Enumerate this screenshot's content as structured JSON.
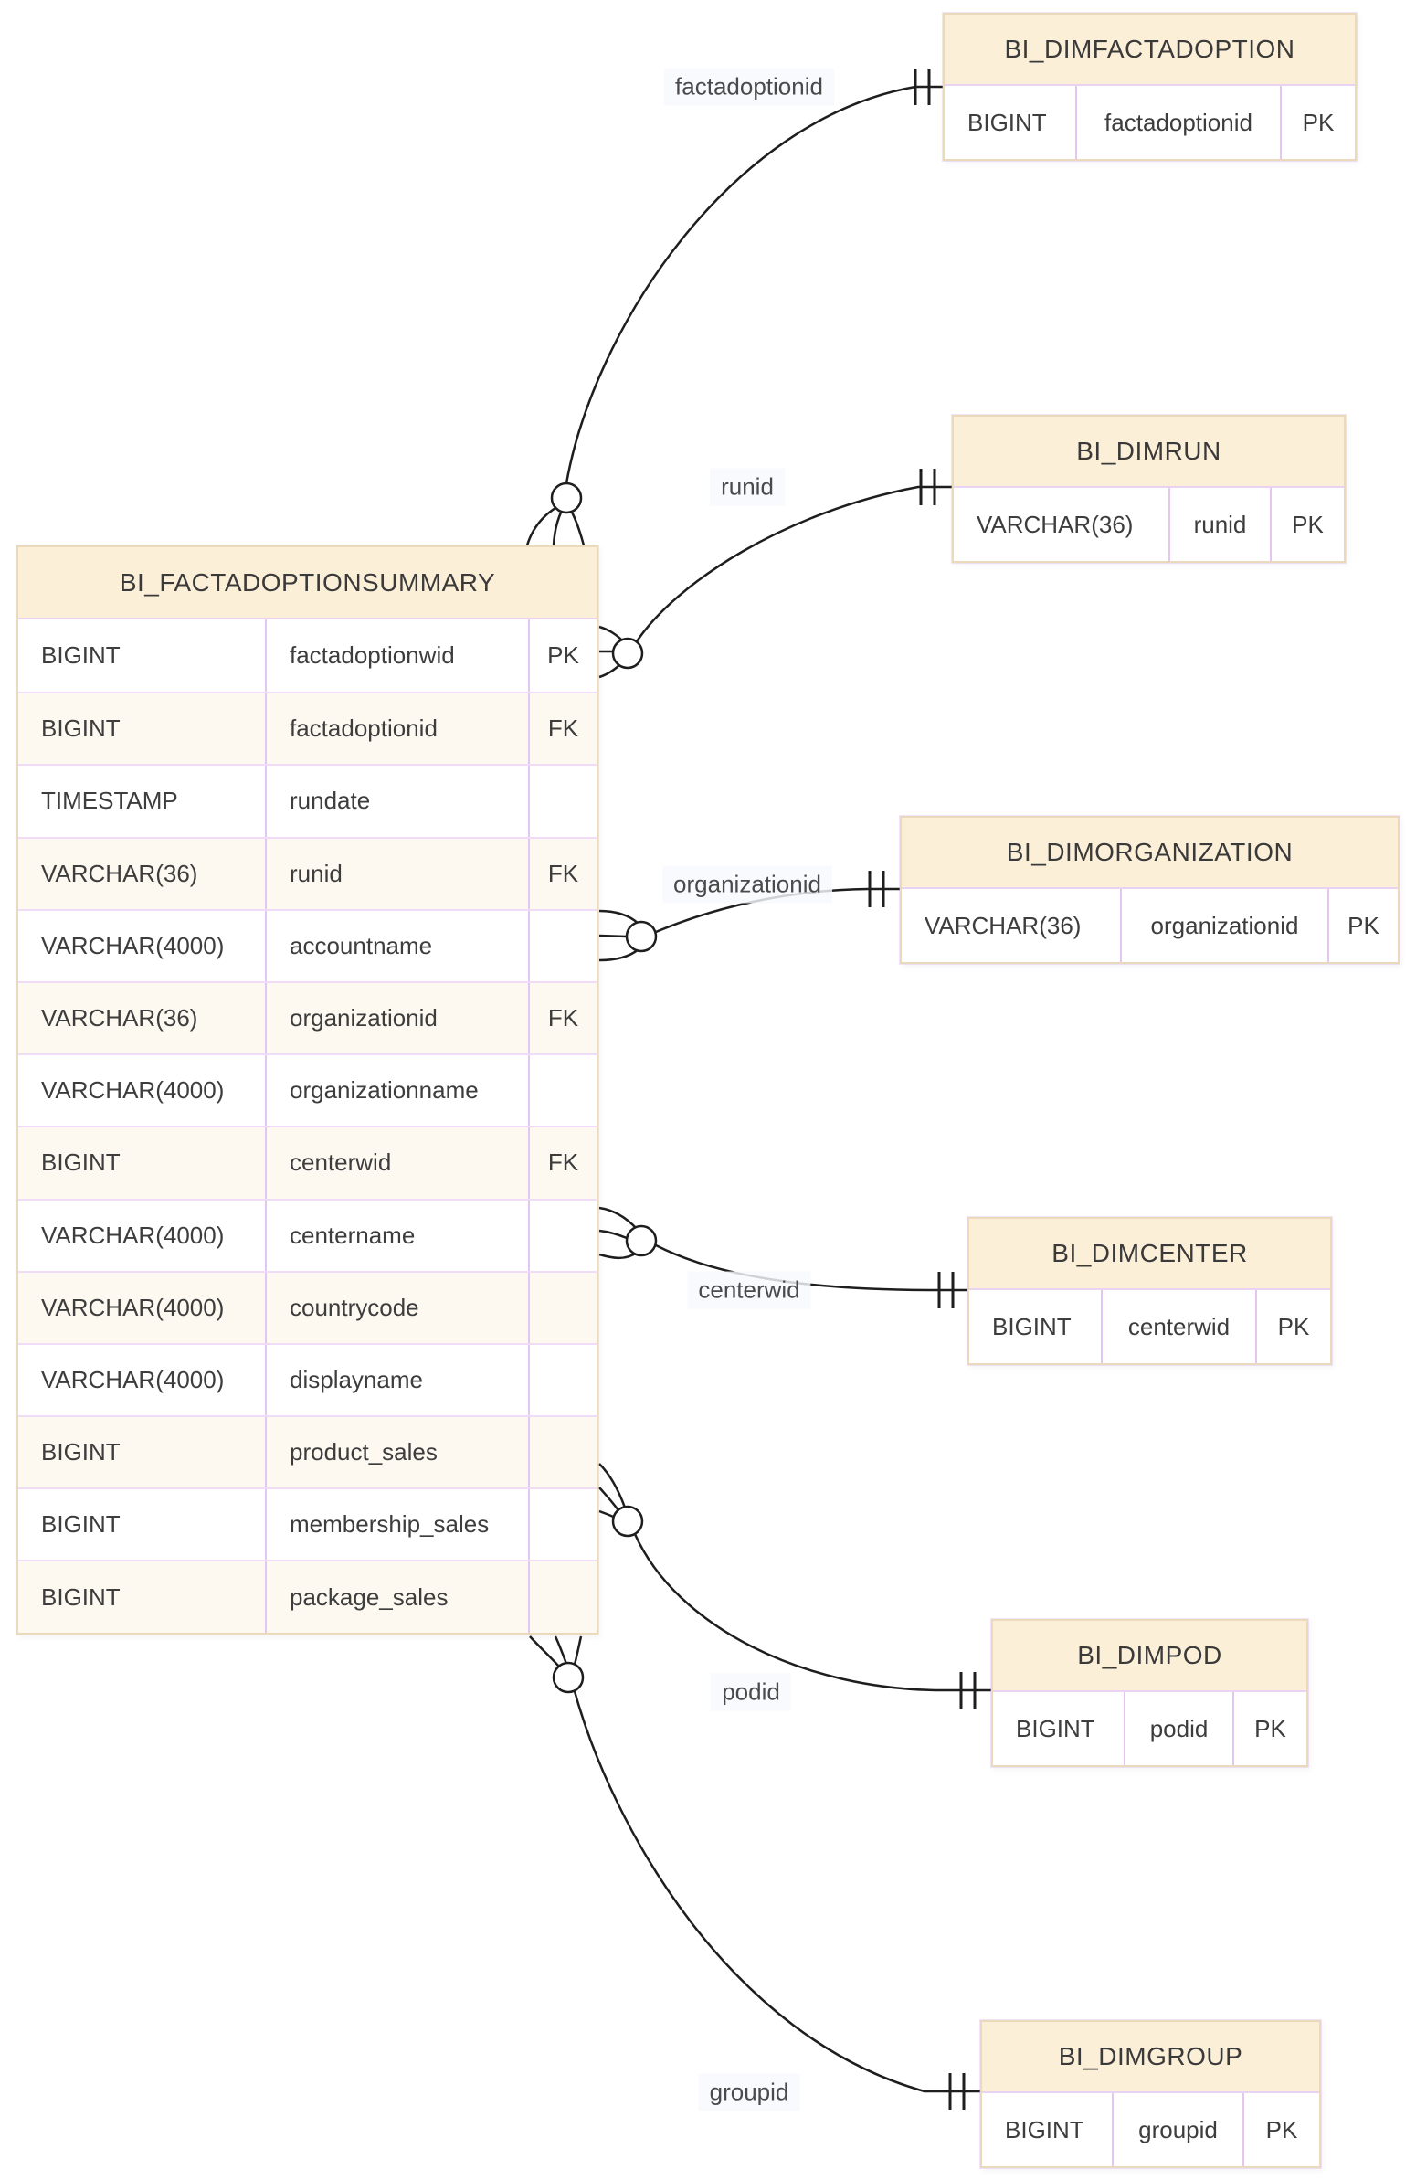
{
  "diagram": {
    "kind": "entity-relationship-diagram",
    "colors": {
      "header_fill": "#fcefd8",
      "outer_border": "#ebd9bc",
      "cell_border": "#e3c6f1",
      "row_alt_fill": "#fdf8f0",
      "connector_line": "#1e1e1e",
      "text": "#3d3d3d"
    }
  },
  "tables": [
    {
      "id": "fact",
      "title": "BI_FACTADOPTIONSUMMARY",
      "rows": [
        {
          "type": "BIGINT",
          "name": "factadoptionwid",
          "key": "PK"
        },
        {
          "type": "BIGINT",
          "name": "factadoptionid",
          "key": "FK"
        },
        {
          "type": "TIMESTAMP",
          "name": "rundate",
          "key": ""
        },
        {
          "type": "VARCHAR(36)",
          "name": "runid",
          "key": "FK"
        },
        {
          "type": "VARCHAR(4000)",
          "name": "accountname",
          "key": ""
        },
        {
          "type": "VARCHAR(36)",
          "name": "organizationid",
          "key": "FK"
        },
        {
          "type": "VARCHAR(4000)",
          "name": "organizationname",
          "key": ""
        },
        {
          "type": "BIGINT",
          "name": "centerwid",
          "key": "FK"
        },
        {
          "type": "VARCHAR(4000)",
          "name": "centername",
          "key": ""
        },
        {
          "type": "VARCHAR(4000)",
          "name": "countrycode",
          "key": ""
        },
        {
          "type": "VARCHAR(4000)",
          "name": "displayname",
          "key": ""
        },
        {
          "type": "BIGINT",
          "name": "product_sales",
          "key": ""
        },
        {
          "type": "BIGINT",
          "name": "membership_sales",
          "key": ""
        },
        {
          "type": "BIGINT",
          "name": "package_sales",
          "key": ""
        }
      ]
    },
    {
      "id": "dimfactadoption",
      "title": "BI_DIMFACTADOPTION",
      "rows": [
        {
          "type": "BIGINT",
          "name": "factadoptionid",
          "key": "PK"
        }
      ]
    },
    {
      "id": "dimrun",
      "title": "BI_DIMRUN",
      "rows": [
        {
          "type": "VARCHAR(36)",
          "name": "runid",
          "key": "PK"
        }
      ]
    },
    {
      "id": "dimorganization",
      "title": "BI_DIMORGANIZATION",
      "rows": [
        {
          "type": "VARCHAR(36)",
          "name": "organizationid",
          "key": "PK"
        }
      ]
    },
    {
      "id": "dimcenter",
      "title": "BI_DIMCENTER",
      "rows": [
        {
          "type": "BIGINT",
          "name": "centerwid",
          "key": "PK"
        }
      ]
    },
    {
      "id": "dimpod",
      "title": "BI_DIMPOD",
      "rows": [
        {
          "type": "BIGINT",
          "name": "podid",
          "key": "PK"
        }
      ]
    },
    {
      "id": "dimgroup",
      "title": "BI_DIMGROUP",
      "rows": [
        {
          "type": "BIGINT",
          "name": "groupid",
          "key": "PK"
        }
      ]
    }
  ],
  "relationships": [
    {
      "label": "factadoptionid",
      "from_table": "BI_FACTADOPTIONSUMMARY",
      "to_table": "BI_DIMFACTADOPTION",
      "from_cardinality": "zero-or-many",
      "to_cardinality": "exactly-one"
    },
    {
      "label": "runid",
      "from_table": "BI_FACTADOPTIONSUMMARY",
      "to_table": "BI_DIMRUN",
      "from_cardinality": "zero-or-many",
      "to_cardinality": "exactly-one"
    },
    {
      "label": "organizationid",
      "from_table": "BI_FACTADOPTIONSUMMARY",
      "to_table": "BI_DIMORGANIZATION",
      "from_cardinality": "zero-or-many",
      "to_cardinality": "exactly-one"
    },
    {
      "label": "centerwid",
      "from_table": "BI_FACTADOPTIONSUMMARY",
      "to_table": "BI_DIMCENTER",
      "from_cardinality": "zero-or-many",
      "to_cardinality": "exactly-one"
    },
    {
      "label": "podid",
      "from_table": "BI_FACTADOPTIONSUMMARY",
      "to_table": "BI_DIMPOD",
      "from_cardinality": "zero-or-many",
      "to_cardinality": "exactly-one"
    },
    {
      "label": "groupid",
      "from_table": "BI_FACTADOPTIONSUMMARY",
      "to_table": "BI_DIMGROUP",
      "from_cardinality": "zero-or-many",
      "to_cardinality": "exactly-one"
    }
  ]
}
